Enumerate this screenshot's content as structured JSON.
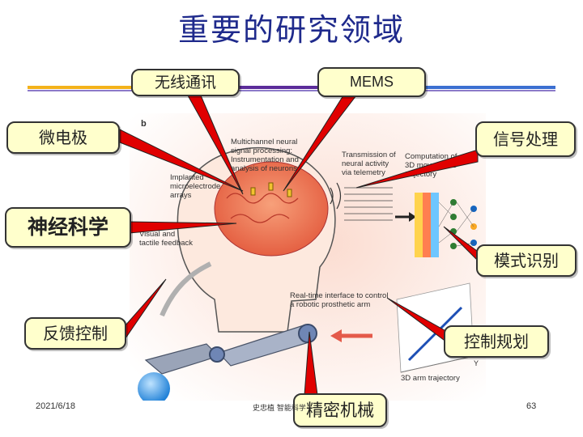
{
  "title": "重要的研究领域",
  "callouts": {
    "wireless": "无线通讯",
    "mems": "MEMS",
    "microelectrode": "微电极",
    "signal_processing": "信号处理",
    "neuroscience": "神经科学",
    "pattern_recognition": "模式识别",
    "feedback_control": "反馈控制",
    "control_planning": "控制规划",
    "precision_machinery": "精密机械"
  },
  "figure": {
    "panel_label": "b",
    "multichannel": [
      "Multichannel neural",
      "signal processing:",
      "Instrumentation and",
      "analysis of neurons"
    ],
    "implanted": [
      "Implanted",
      "microelectrode",
      "arrays"
    ],
    "transmission": [
      "Transmission of",
      "neural activity",
      "via telemetry"
    ],
    "computation": [
      "Computation of",
      "3D movements",
      "trajectory"
    ],
    "feedback": [
      "Visual and",
      "tactile feedback"
    ],
    "realtime": [
      "Real-time interface to control",
      "a robotic prosthetic arm"
    ],
    "trajectory": "3D arm trajectory",
    "axis_y": "Y"
  },
  "footer": {
    "date": "2021/6/18",
    "author": "史忠植 智能科学",
    "page": "63"
  },
  "colors": {
    "title": "#1f2a8c",
    "callout_fill": "#ffffcc",
    "arrow_red": "#e00000",
    "bar_gold": "#f3b21b",
    "bar_purple": "#5b2b9a",
    "bar_blue": "#3b6fd1"
  }
}
